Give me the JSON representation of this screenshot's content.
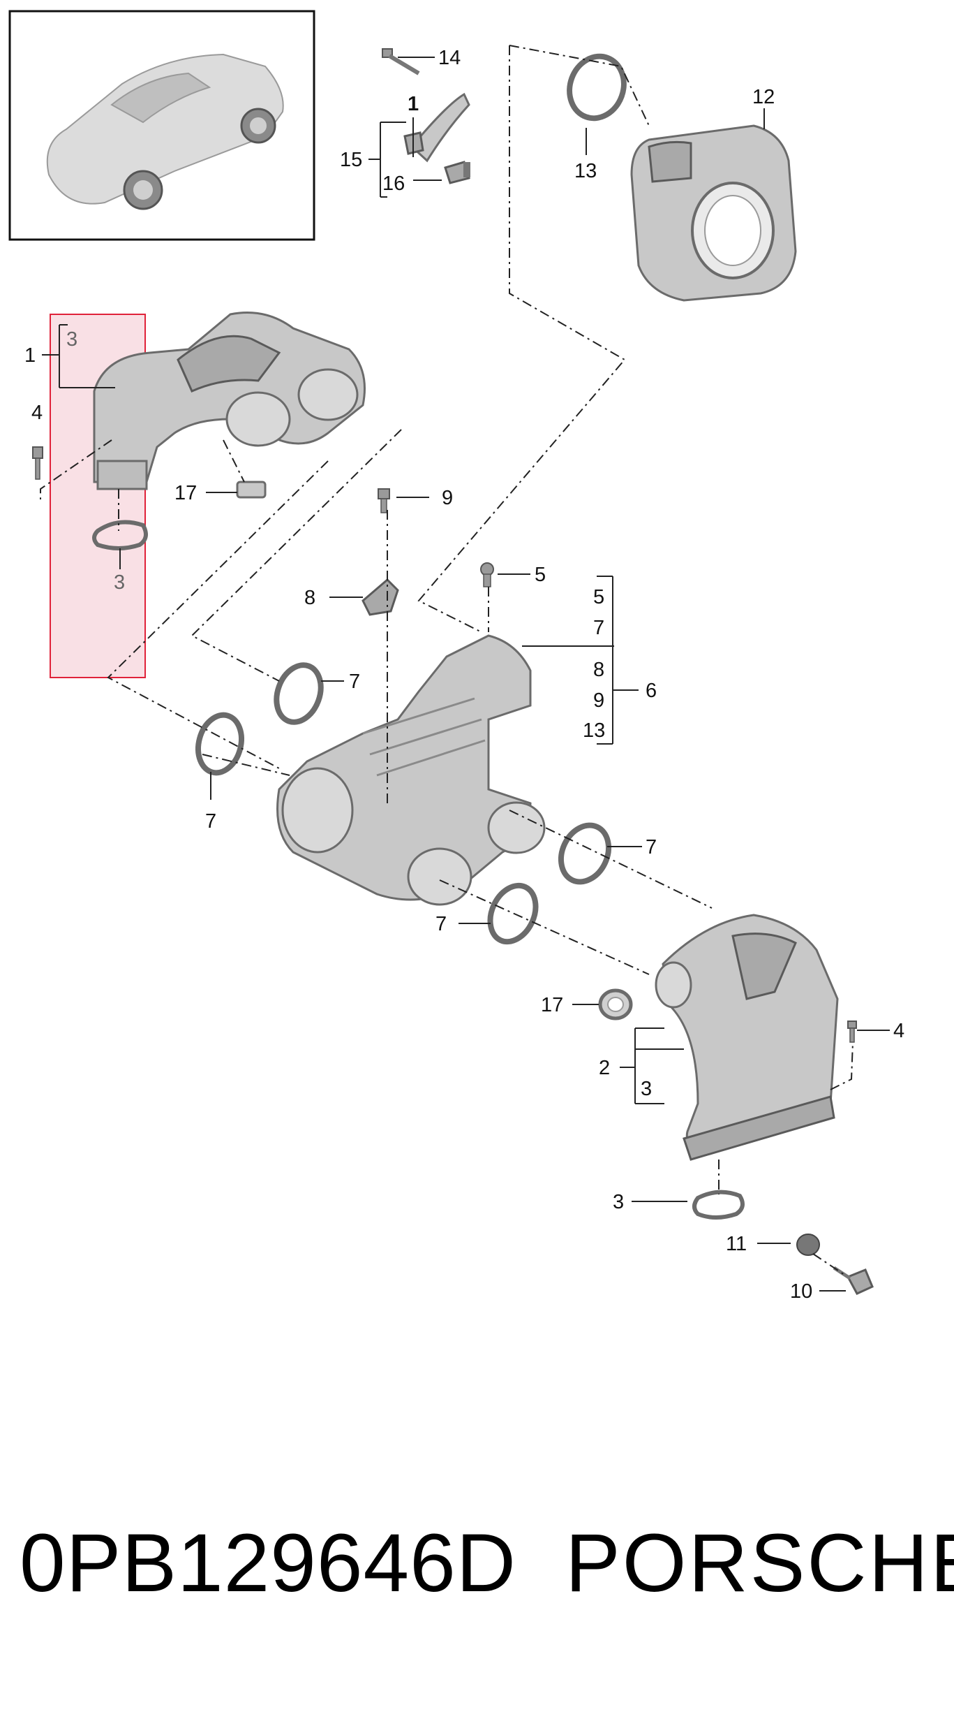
{
  "callouts": {
    "c14": "14",
    "c1_bracket": "1",
    "c15": "15",
    "c16": "16",
    "c13_top": "13",
    "c12": "12",
    "c1_left": "1",
    "c3_top": "3",
    "c4_left": "4",
    "c17_left": "17",
    "c3_mid": "3",
    "c9": "9",
    "c8": "8",
    "c5": "5",
    "g6_5": "5",
    "g6_7": "7",
    "g6_8": "8",
    "g6_9": "9",
    "g6_13": "13",
    "c6": "6",
    "c7_a": "7",
    "c7_b": "7",
    "c7_c": "7",
    "c7_d": "7",
    "c17_right": "17",
    "c4_right": "4",
    "c2": "2",
    "c3_right": "3",
    "c3_bottom": "3",
    "c11": "11",
    "c10": "10"
  },
  "caption": {
    "part_number": "0PB129646D",
    "brand": "PORSCHE"
  },
  "colors": {
    "highlight_fill": "#f4c6cf",
    "highlight_stroke": "#e0223a",
    "part_fill": "#c8c8c8"
  }
}
